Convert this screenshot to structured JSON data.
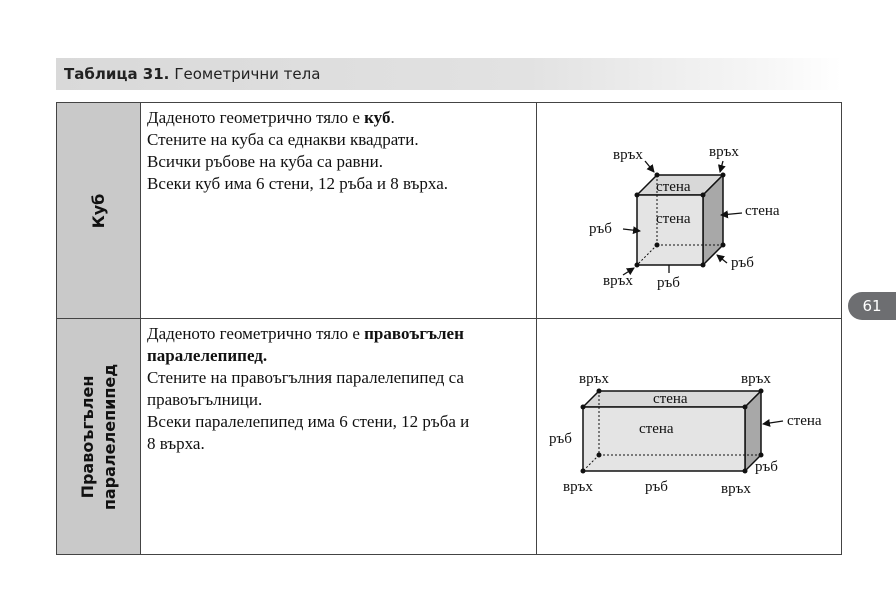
{
  "header": {
    "label_bold": "Таблица 31.",
    "label_rest": "Геометрични тела"
  },
  "page_number": "61",
  "rows": [
    {
      "name": "Куб",
      "lines": [
        {
          "before": "Даденото геометрично тяло е ",
          "bold": "куб",
          "after": "."
        },
        {
          "before": "Стените на куба са еднакви квадрати.",
          "bold": "",
          "after": ""
        },
        {
          "before": "Всички ръбове на куба са равни.",
          "bold": "",
          "after": ""
        },
        {
          "before": "Всеки куб има 6 стени, 12 ръба и 8 върха.",
          "bold": "",
          "after": ""
        }
      ],
      "figure_labels": {
        "vertex_tl": "връх",
        "vertex_tr": "връх",
        "face_top": "стена",
        "face_front": "стена",
        "face_right": "стена",
        "edge_left": "ръб",
        "edge_right": "ръб",
        "vertex_bl": "връх",
        "edge_bottom": "ръб"
      }
    },
    {
      "name_line1": "Правоъгълен",
      "name_line2": "паралелепипед",
      "lines": [
        {
          "before": "Даденото геометрично тяло е ",
          "bold": "правоъгълен",
          "after": ""
        },
        {
          "before": "",
          "bold": "паралелепипед.",
          "after": ""
        },
        {
          "before": "Стените на правоъгълния паралелепипед са",
          "bold": "",
          "after": ""
        },
        {
          "before": "правоъгълници.",
          "bold": "",
          "after": ""
        },
        {
          "before": "Всеки паралелепипед има 6 стени, 12 ръба и",
          "bold": "",
          "after": ""
        },
        {
          "before": "8 върха.",
          "bold": "",
          "after": ""
        }
      ],
      "figure_labels": {
        "vertex_tl": "връх",
        "vertex_tr": "връх",
        "face_top": "стена",
        "face_front": "стена",
        "face_right": "стена",
        "edge_left": "ръб",
        "edge_right": "ръб",
        "vertex_bl": "връх",
        "edge_bottom": "ръб",
        "vertex_br": "връх"
      }
    }
  ]
}
